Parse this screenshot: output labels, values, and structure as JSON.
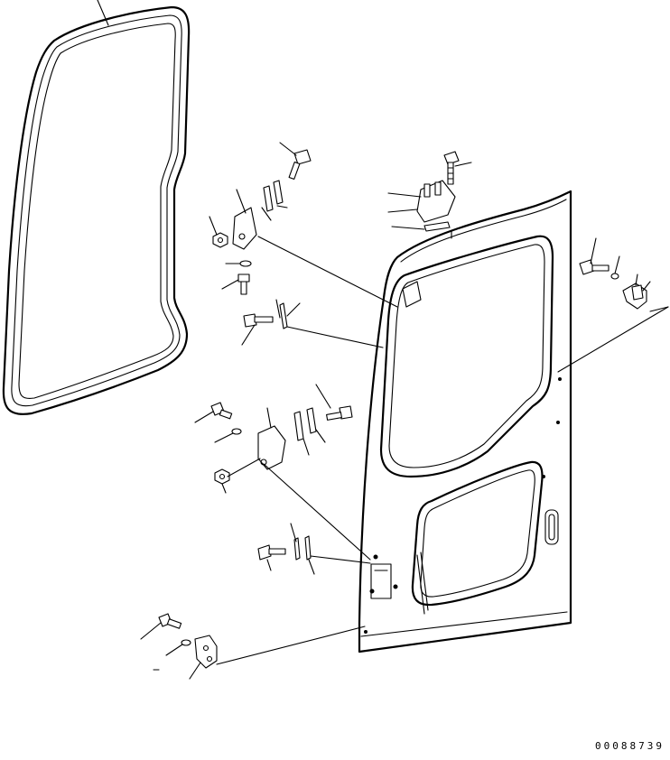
{
  "drawing": {
    "number": "00088739",
    "parts": [
      {
        "id": "window-seal",
        "icon": "gasket-icon"
      },
      {
        "id": "cab-door-panel",
        "icon": "door-icon"
      },
      {
        "id": "upper-hinge-bracket",
        "icon": "bracket-icon"
      },
      {
        "id": "lower-hinge-bracket",
        "icon": "bracket-icon"
      },
      {
        "id": "door-lock-bracket",
        "icon": "bracket-icon"
      },
      {
        "id": "right-latch",
        "icon": "latch-icon"
      },
      {
        "id": "lower-latch",
        "icon": "latch-icon"
      },
      {
        "id": "bolts",
        "icon": "bolt-icon"
      },
      {
        "id": "washers",
        "icon": "washer-icon"
      },
      {
        "id": "shims",
        "icon": "shim-icon"
      }
    ]
  }
}
